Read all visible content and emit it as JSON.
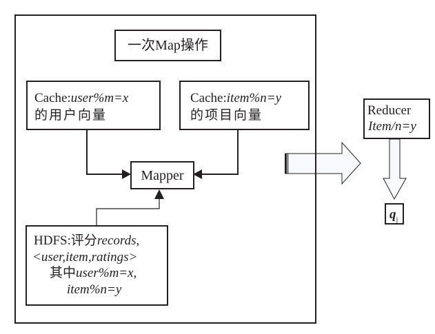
{
  "diagram": {
    "type": "mapreduce-flow",
    "map_container": {
      "title": "一次Map操作"
    },
    "cache_user": {
      "prefix": "Cache:",
      "expr": "user%m=x",
      "caption": "的用户向量"
    },
    "cache_item": {
      "prefix": "Cache:",
      "expr": "item%n=y",
      "caption": "的项目向量"
    },
    "mapper": {
      "label": "Mapper"
    },
    "hdfs": {
      "line1_prefix": "HDFS:评分",
      "line1_expr": "records,",
      "line2": "<user,item,ratings>",
      "line3_prefix": "其中",
      "line3_expr": "user%m=x,",
      "line4": "item%n=y"
    },
    "reducer": {
      "label": "Reducer",
      "expr": "Item/n=y"
    },
    "output": {
      "symbol": "q",
      "subscript": "j"
    },
    "edges": [
      {
        "from": "cache_user",
        "to": "mapper"
      },
      {
        "from": "cache_item",
        "to": "mapper"
      },
      {
        "from": "hdfs",
        "to": "mapper"
      },
      {
        "from": "map_container",
        "to": "reducer",
        "style": "block-arrow"
      },
      {
        "from": "reducer",
        "to": "output",
        "style": "block-arrow"
      }
    ],
    "colors": {
      "stroke": "#231f20",
      "arrow_fill": "#f7f9fc"
    }
  }
}
